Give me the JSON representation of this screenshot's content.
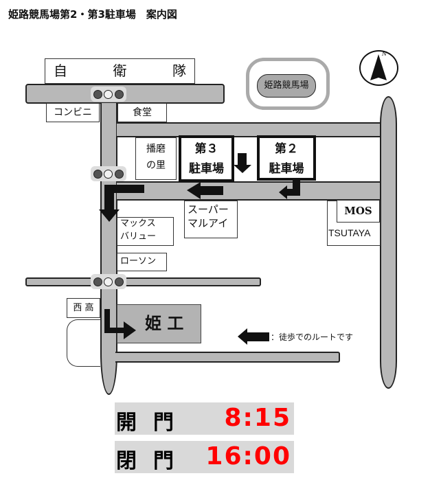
{
  "title": "姫路競馬場第2・第3駐車場　案内図",
  "map": {
    "jieitai": [
      "自",
      "衛",
      "隊"
    ],
    "racecourse": "姫路競馬場",
    "compass_label": "N",
    "konbini": "コンビニ",
    "shokudo": "食堂",
    "harima": [
      "播磨",
      "の里"
    ],
    "parking3": [
      "第３",
      "駐車場"
    ],
    "parking2": [
      "第２",
      "駐車場"
    ],
    "super": [
      "スーパー",
      "マルアイ"
    ],
    "mos": "MOS",
    "tsutaya": "TSUTAYA",
    "maxvalu": [
      "マックス",
      "バリュー"
    ],
    "lawson": "ローソン",
    "nishiko": "西 高",
    "himeko": "姫 工",
    "legend": "：徒歩でのルートです"
  },
  "hours": {
    "open_label": "開門",
    "open_time": "8:15",
    "close_label": "閉門",
    "close_time": "16:00"
  },
  "colors": {
    "time": "#ff0000",
    "road": "#b8b8b8",
    "hours_bg": "#d9d9d9"
  }
}
